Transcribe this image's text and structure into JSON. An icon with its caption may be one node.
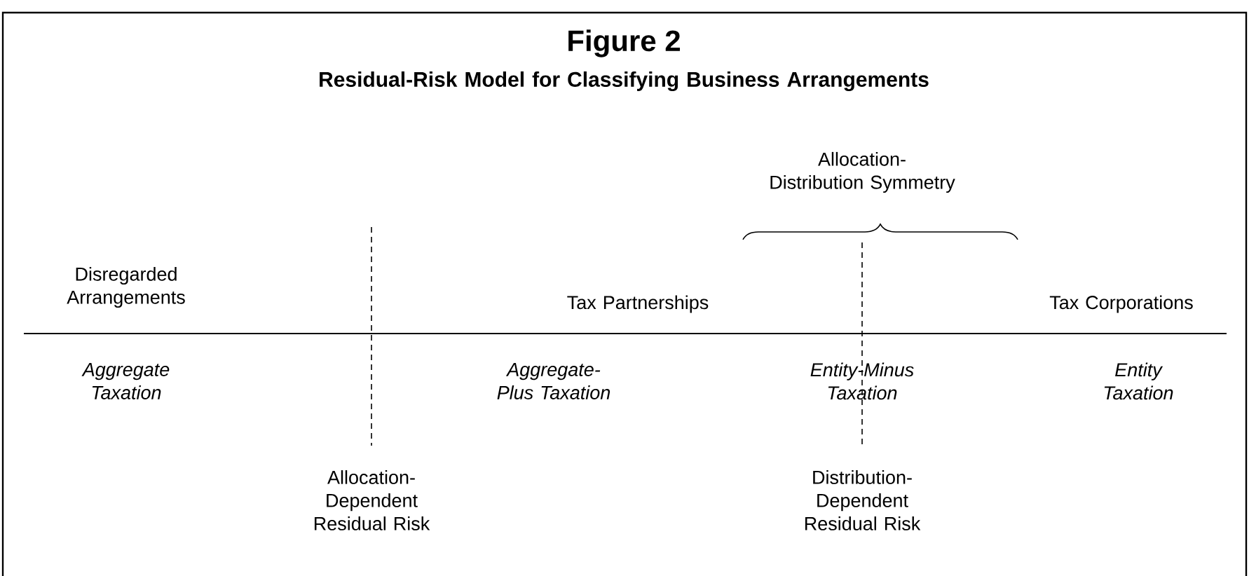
{
  "diagram": {
    "title": "Figure 2",
    "labels": [
      "Residual-Risk Model for Classifying Business Arrangements",
      "Allocation-Distribution Symmetry",
      "Disregarded Arrangements",
      "Tax Partnerships",
      "Tax Corporations",
      "Aggregate Taxation",
      "Aggregate-Plus Taxation",
      "Entity-Minus Taxation",
      "Entity Taxation",
      "Allocation-Dependent Residual Risk",
      "Distribution-Dependent Residual Risk"
    ]
  }
}
